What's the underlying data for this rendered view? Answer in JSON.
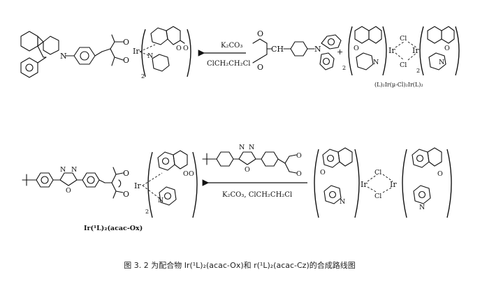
{
  "caption": "图 3. 2 为配合物 Ir(¹L)₂(acac-Ox)和 r(¹L)₂(acac-Cz)的合成路线图",
  "atoms": {
    "iridium": "Ir",
    "nitrogen": "N",
    "oxygen": "O",
    "chlorine": "Cl",
    "ch": "CH",
    "plus": "+",
    "subscript_two": "2"
  },
  "scheme_1": {
    "reagent_base": "K₂CO₃",
    "reagent_solvent": "ClCH₂CH₂Cl",
    "dimer_label": "(L)₂Ir(μ-Cl)₂Ir(L)₂"
  },
  "scheme_2": {
    "reagent_conditions": "K₂CO₃, ClCH₂CH₂Cl",
    "product_label": "Ir(¹L)₂(acac-Ox)"
  }
}
